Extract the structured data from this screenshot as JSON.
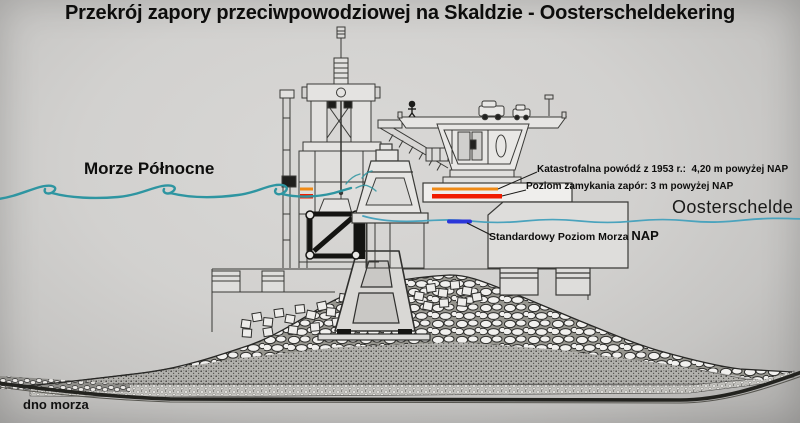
{
  "title": "Przekrój zapory przeciwpowodziowej na Skaldzie - Oosterscheldekering",
  "labels": {
    "north_sea": "Morze Północne",
    "oosterschelde": "Oosterschelde",
    "sea_bottom": "dno morza",
    "flood_1953": "Katastrofalna powódź z 1953 r.:  4,20 m powyżej NAP",
    "closing_level": "Poziom zamykania zapór: 3 m powyżej NAP",
    "standard_sea_level": "Standardowy Poziom Morza",
    "standard_sea_level_datum": "NAP"
  },
  "colors": {
    "flood_1953_line": "#ef8a16",
    "closing_level_line": "#f01c00",
    "nap_marker": "#2b36d9",
    "north_sea_water": "#2e95a1",
    "oosterschelde_water": "#4aa3bd"
  }
}
